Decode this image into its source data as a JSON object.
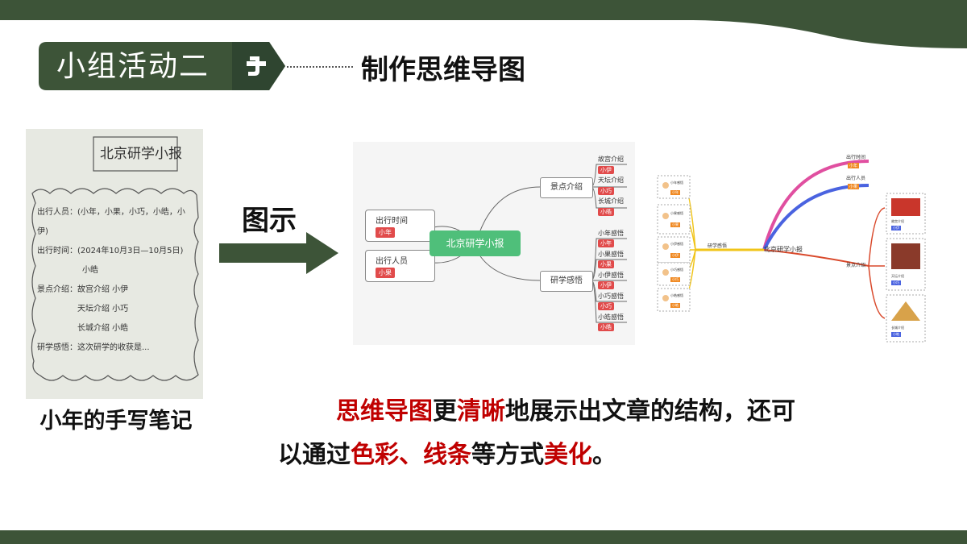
{
  "header": {
    "activity_title": "小组活动二",
    "subtitle": "制作思维导图"
  },
  "note": {
    "caption": "小年的手写笔记",
    "title": "北京研学小报",
    "lines": [
      "出行人员：(小年，小果，小巧，小皓，小伊)",
      "出行时间：(2024年10月3日—10月5日)",
      "小皓",
      "景点介绍：故宫介绍 小伊",
      "天坛介绍 小巧",
      "长城介绍 小皓",
      "研学感悟：这次研学的收获是..."
    ]
  },
  "arrow_label": "图示",
  "mindmap1": {
    "center": "北京研学小报",
    "left_branches": [
      {
        "label": "出行时间",
        "tag": "小年"
      },
      {
        "label": "出行人员",
        "tag": "小果"
      }
    ],
    "branch_scenic": {
      "label": "景点介绍",
      "items": [
        {
          "label": "故宫介绍",
          "tag": "小伊"
        },
        {
          "label": "天坛介绍",
          "tag": "小巧"
        },
        {
          "label": "长城介绍",
          "tag": "小皓"
        }
      ]
    },
    "branch_feel": {
      "label": "研学感悟",
      "items": [
        {
          "label": "小年感悟",
          "tag": "小年"
        },
        {
          "label": "小果感悟",
          "tag": "小果"
        },
        {
          "label": "小伊感悟",
          "tag": "小伊"
        },
        {
          "label": "小巧感悟",
          "tag": "小巧"
        },
        {
          "label": "小皓感悟",
          "tag": "小皓"
        }
      ]
    }
  },
  "mindmap2": {
    "center": "北京研学小报",
    "left_branch": "研学感悟",
    "right_top": [
      {
        "label": "出行时间",
        "tag": "小年"
      },
      {
        "label": "出行人员",
        "tag": "小果"
      }
    ],
    "right_bottom": "景点介绍",
    "people": [
      {
        "label": "小年感悟",
        "tag": "小年"
      },
      {
        "label": "小果感悟",
        "tag": "小果"
      },
      {
        "label": "小伊感悟",
        "tag": "小伊"
      },
      {
        "label": "小巧感悟",
        "tag": "小巧"
      },
      {
        "label": "小皓感悟",
        "tag": "小皓"
      }
    ],
    "places": [
      {
        "label": "故宫介绍",
        "tag": "小伊"
      },
      {
        "label": "天坛介绍",
        "tag": "小巧"
      },
      {
        "label": "长城介绍",
        "tag": "小皓"
      }
    ]
  },
  "description": {
    "p1": "思维导图",
    "p2": "更",
    "p3": "清晰",
    "p4": "地展示出文章的结构，还可",
    "p5": "以通过",
    "p6": "色彩、线条",
    "p7": "等方式",
    "p8": "美化",
    "p9": "。"
  },
  "colors": {
    "theme_green": "#3d5438",
    "accent_red": "#c00000",
    "mindmap_center": "#4fbf7a",
    "tag_red": "#e14b4b"
  }
}
